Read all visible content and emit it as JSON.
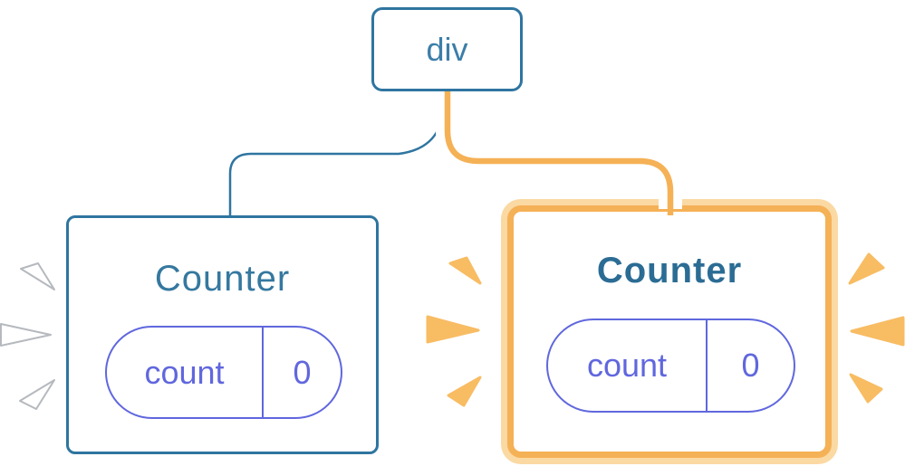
{
  "tree": {
    "root": {
      "label": "div"
    },
    "children": [
      {
        "title": "Counter",
        "state": {
          "key": "count",
          "value": "0"
        },
        "highlighted": false
      },
      {
        "title": "Counter",
        "state": {
          "key": "count",
          "value": "0"
        },
        "highlighted": true
      }
    ]
  },
  "colors": {
    "blue": "#2F75A0",
    "blue-text": "#3B7EA8",
    "title-left": "#35789F",
    "title-bold": "#2B6C94",
    "purple": "#6067DE",
    "orange": "#F5B156",
    "peach": "#FBD9A3",
    "spark": "#F8BC63",
    "white": "#FFFFFF"
  }
}
